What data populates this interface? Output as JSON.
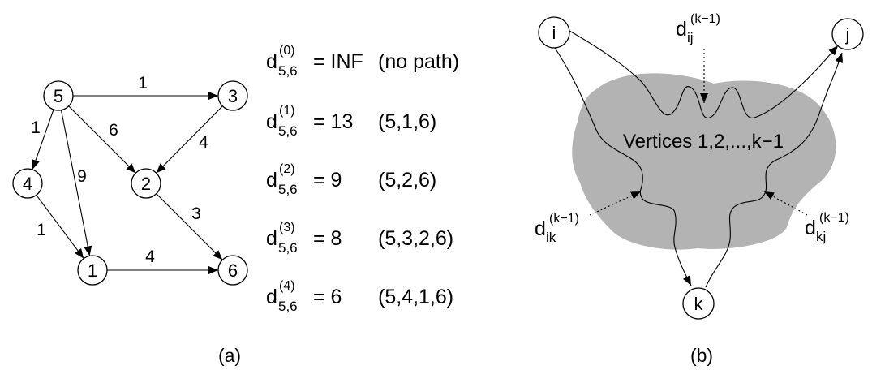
{
  "panel_a": {
    "caption": "(a)",
    "nodes": [
      {
        "id": "5",
        "label": "5"
      },
      {
        "id": "3",
        "label": "3"
      },
      {
        "id": "4",
        "label": "4"
      },
      {
        "id": "2",
        "label": "2"
      },
      {
        "id": "1",
        "label": "1"
      },
      {
        "id": "6",
        "label": "6"
      }
    ],
    "edges": [
      {
        "from": "5",
        "to": "3",
        "weight": "1"
      },
      {
        "from": "5",
        "to": "4",
        "weight": "1"
      },
      {
        "from": "5",
        "to": "2",
        "weight": "6"
      },
      {
        "from": "5",
        "to": "1",
        "weight": "9"
      },
      {
        "from": "3",
        "to": "2",
        "weight": "4"
      },
      {
        "from": "4",
        "to": "1",
        "weight": "1"
      },
      {
        "from": "2",
        "to": "6",
        "weight": "3"
      },
      {
        "from": "1",
        "to": "6",
        "weight": "4"
      }
    ],
    "equations": [
      {
        "var": "d",
        "sub": "5,6",
        "sup": "(0)",
        "rhs": "= INF",
        "path": "(no path)"
      },
      {
        "var": "d",
        "sub": "5,6",
        "sup": "(1)",
        "rhs": "= 13",
        "path": "(5,1,6)"
      },
      {
        "var": "d",
        "sub": "5,6",
        "sup": "(2)",
        "rhs": "= 9",
        "path": "(5,2,6)"
      },
      {
        "var": "d",
        "sub": "5,6",
        "sup": "(3)",
        "rhs": "= 8",
        "path": "(5,3,2,6)"
      },
      {
        "var": "d",
        "sub": "5,6",
        "sup": "(4)",
        "rhs": "= 6",
        "path": "(5,4,1,6)"
      }
    ]
  },
  "panel_b": {
    "caption": "(b)",
    "region_label": "Vertices 1,2,...,k−1",
    "nodes": [
      {
        "id": "i",
        "label": "i"
      },
      {
        "id": "j",
        "label": "j"
      },
      {
        "id": "k",
        "label": "k"
      }
    ],
    "labels": [
      {
        "id": "dij",
        "var": "d",
        "sub": "ij",
        "sup": "(k−1)"
      },
      {
        "id": "dik",
        "var": "d",
        "sub": "ik",
        "sup": "(k−1)"
      },
      {
        "id": "dkj",
        "var": "d",
        "sub": "kj",
        "sup": "(k−1)"
      }
    ]
  }
}
